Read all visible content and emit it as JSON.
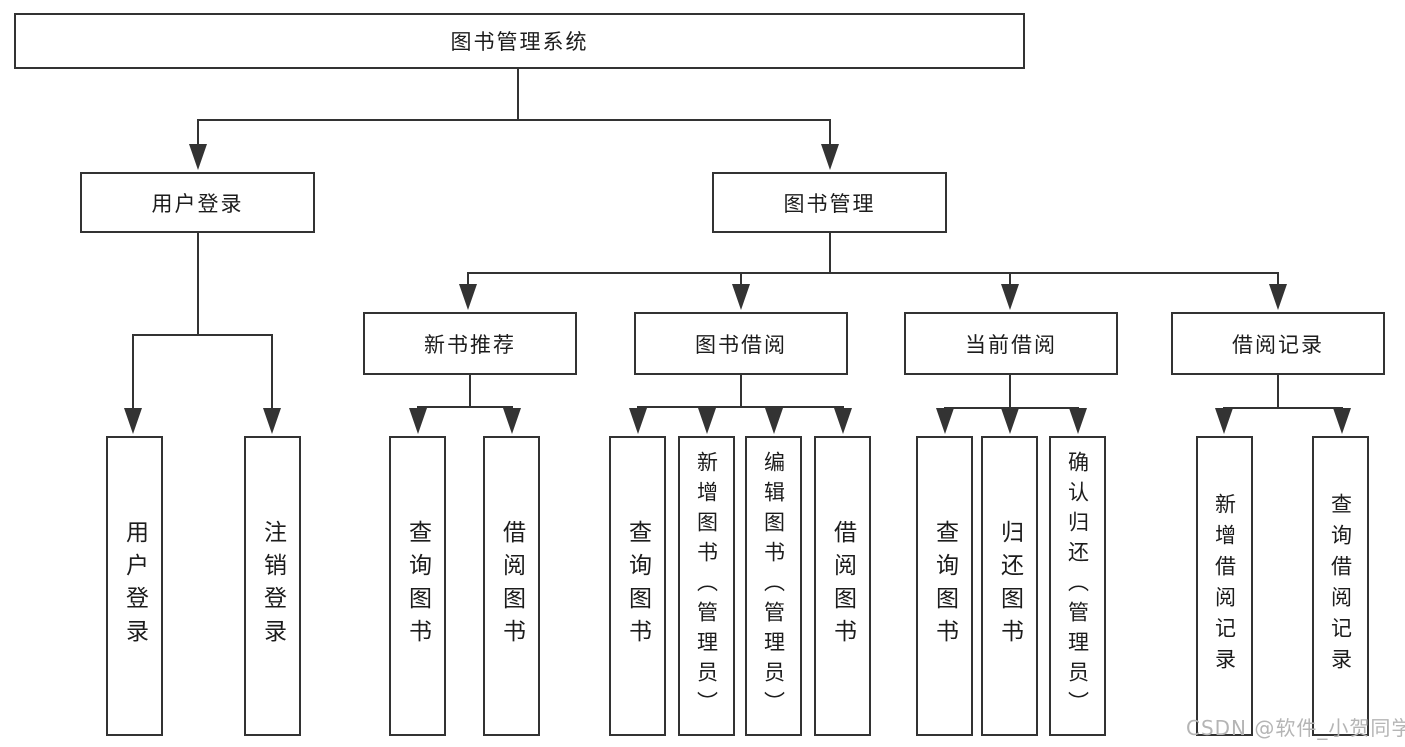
{
  "tree": {
    "root": {
      "label": "图书管理系统"
    },
    "branches": [
      {
        "label": "用户登录",
        "children": [
          {
            "label": "用户登录"
          },
          {
            "label": "注销登录"
          }
        ]
      },
      {
        "label": "图书管理",
        "children": [
          {
            "label": "新书推荐",
            "children": [
              {
                "label": "查询图书"
              },
              {
                "label": "借阅图书"
              }
            ]
          },
          {
            "label": "图书借阅",
            "children": [
              {
                "label": "查询图书"
              },
              {
                "label": "新增图书（管理员）"
              },
              {
                "label": "编辑图书（管理员）"
              },
              {
                "label": "借阅图书"
              }
            ]
          },
          {
            "label": "当前借阅",
            "children": [
              {
                "label": "查询图书"
              },
              {
                "label": "归还图书"
              },
              {
                "label": "确认归还（管理员）"
              }
            ]
          },
          {
            "label": "借阅记录",
            "children": [
              {
                "label": "新增借阅记录"
              },
              {
                "label": "查询借阅记录"
              }
            ]
          }
        ]
      }
    ]
  },
  "watermark": {
    "text": "CSDN @软件_小贺同学"
  },
  "colors": {
    "line": "#333333",
    "box_border": "#333333",
    "text": "#1c1c1c",
    "background": "#ffffff",
    "watermark": "#b5b5b5"
  }
}
